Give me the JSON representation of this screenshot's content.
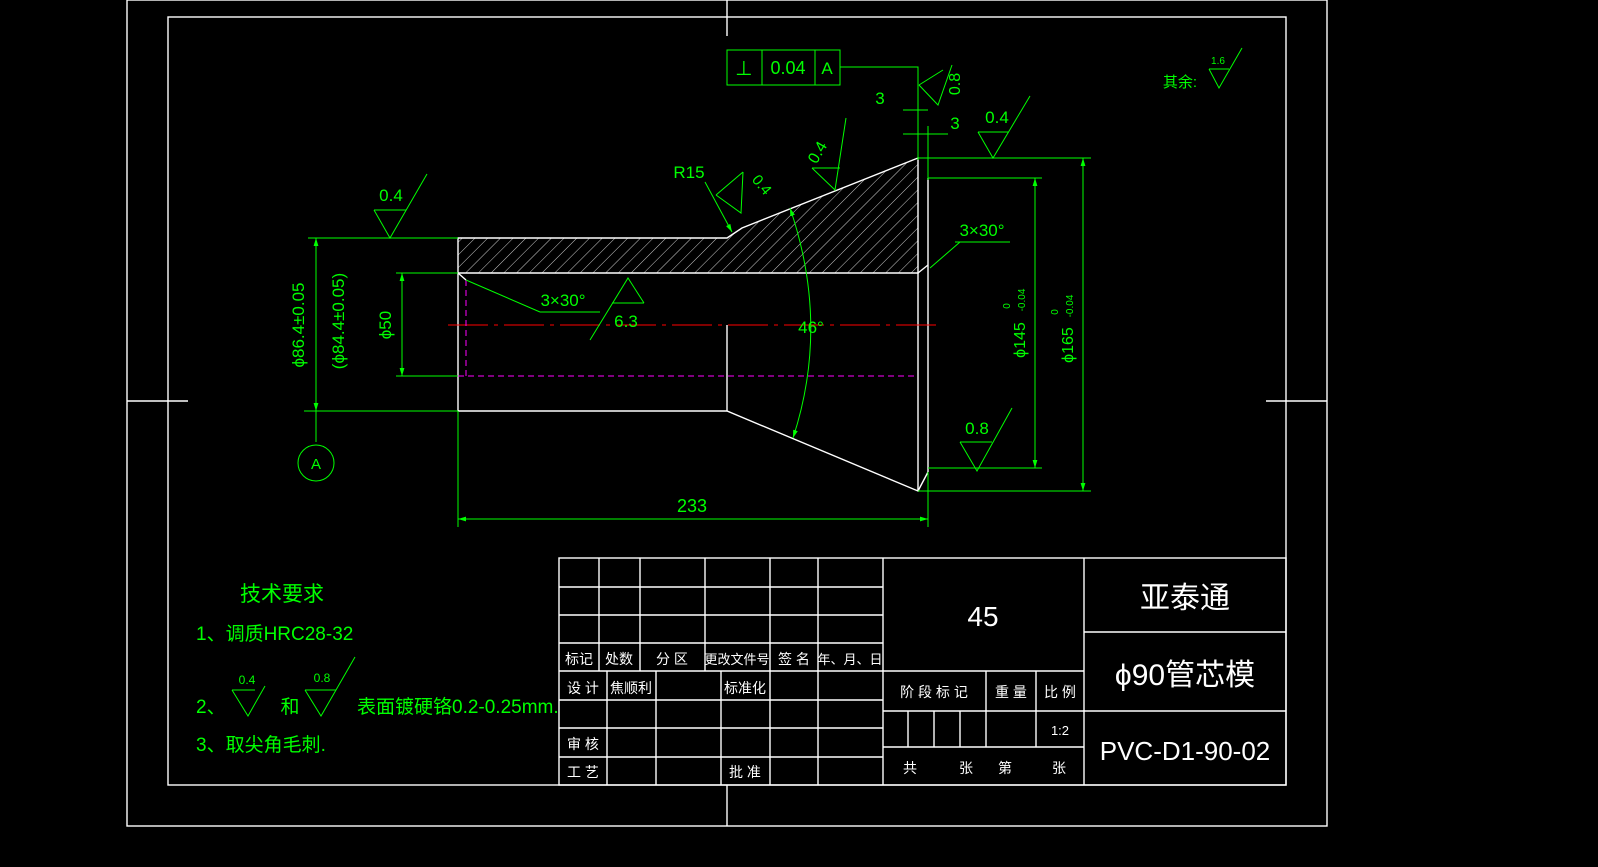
{
  "colors": {
    "background": "#000000",
    "outline": "#ffffff",
    "dimension": "#00ff00",
    "centerline": "#ff0000",
    "hidden_line": "#ff00ff"
  },
  "gdt": {
    "symbol": "⊥",
    "tolerance": "0.04",
    "datum": "A"
  },
  "datum_label": "A",
  "roughness": {
    "r_0_8_top": "0.8",
    "r_0_4_right": "0.4",
    "r_0_4_taper": "0.4",
    "r_0_4_r15": "0.4",
    "r_0_4_left": "0.4",
    "r_6_3": "6.3",
    "r_0_8_bottom": "0.8",
    "other_label": "其余:",
    "other_value": "1.6"
  },
  "dims": {
    "d3_a": "3",
    "d3_b": "3",
    "r15": "R15",
    "chamfer_left": "3×30°",
    "chamfer_right": "3×30°",
    "angle": "46°",
    "overall_length": "233",
    "dia_outer": "ϕ86.4±0.05",
    "dia_outer_alt": "(ϕ84.4±0.05)",
    "dia_bore": "ϕ50",
    "dia_145": "ϕ145",
    "dia_165": "ϕ165",
    "tol_upper": "0",
    "tol_lower": "-0.04"
  },
  "tech_req": {
    "title": "技术要求",
    "item1": "1、调质HRC28-32",
    "item2_num": "2、",
    "item2_sym1": "0.4",
    "item2_and": "和",
    "item2_sym2": "0.8",
    "item2_text": "表面镀硬铬0.2-0.25mm.",
    "item3": "3、取尖角毛刺."
  },
  "title_block": {
    "material": "45",
    "company": "亚泰通",
    "part_name": "ϕ90管芯模",
    "drawing_no": "PVC-D1-90-02",
    "scale": "1:2",
    "rev_headers": [
      "标记",
      "处数",
      "分 区",
      "更改文件号",
      "签 名",
      "年、月、日"
    ],
    "design": "设 计",
    "designer": "焦顺利",
    "standardize": "标准化",
    "review": "审 核",
    "process": "工 艺",
    "approve": "批 准",
    "stage_mark": "阶 段 标 记",
    "weight": "重 量",
    "ratio": "比 例",
    "sheets": [
      "共",
      "张",
      "第",
      "张"
    ]
  }
}
